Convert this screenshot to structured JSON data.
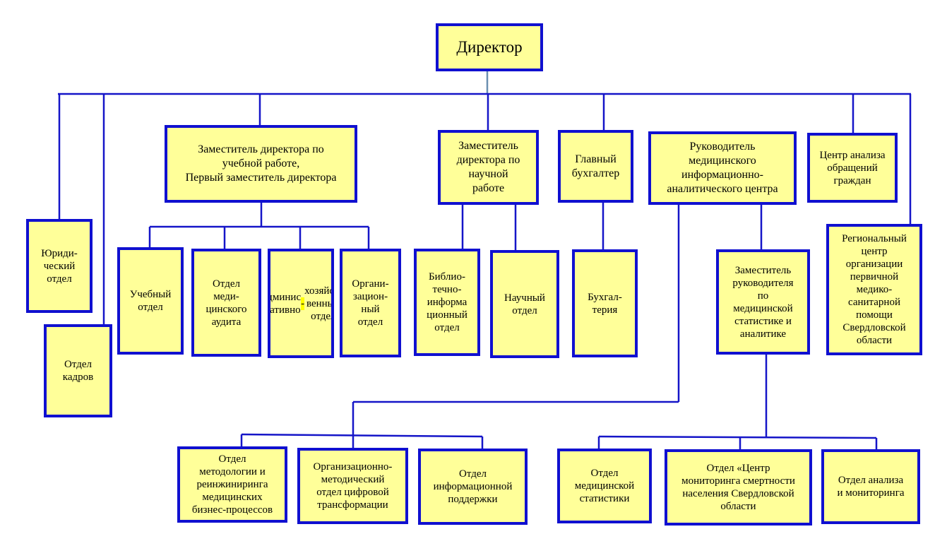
{
  "colors": {
    "box_fill": "#ffff99",
    "border": "#1010d0",
    "line": "#1515c8"
  },
  "nodes": {
    "director": "Директор",
    "deputy_edu": "Заместитель директора по\nучебной работе,\nПервый заместитель директора",
    "deputy_sci": "Заместитель\nдиректора по\nнаучной\nработе",
    "chief_accountant": "Главный\nбухгалтер",
    "head_med_center": "Руководитель\nмедицинского\nинформационно-\nаналитического центра",
    "citizen_center": "Центр анализа\nобращений\nграждан",
    "legal": "Юриди-\nческий\nотдел",
    "hr": "Отдел\nкадров",
    "edu_dept": "Учебный\nотдел",
    "audit_dept": "Отдел\nмеди-\nцинского\nаудита",
    "admin_dept_a": "Админис\nтративно\n",
    "admin_dept_dash": "-",
    "admin_dept_b": "хозяйст-\nвенный\nотдел",
    "org_dept": "Органи-\nзацион-\nный\nотдел",
    "library": "Библио-\nтечно-\nинформа\nционный\nотдел",
    "sci_dept": "Научный\nотдел",
    "accounting": "Бухгал-\nтерия",
    "deputy_head": "Заместитель\nруководителя\nпо\nмедицинской\nстатистике и\nаналитике",
    "regional_center": "Региональный\nцентр\nорганизации\nпервичной\nмедико-\nсанитарной\nпомощи\nСвердловской\nобласти",
    "methodology": "Отдел\nметодологии и\nреинжиниринга\nмедицинских\nбизнес-процессов",
    "digital": "Организационно-\nметодический\nотдел цифровой\nтрансформации",
    "info_support": "Отдел\nинформационной\nподдержки",
    "med_stats": "Отдел\nмедицинской\nстатистики",
    "mortality": "Отдел «Центр\nмониторинга смертности\nнаселения Свердловской\nобласти",
    "analysis": "Отдел анализа\nи мониторинга"
  }
}
